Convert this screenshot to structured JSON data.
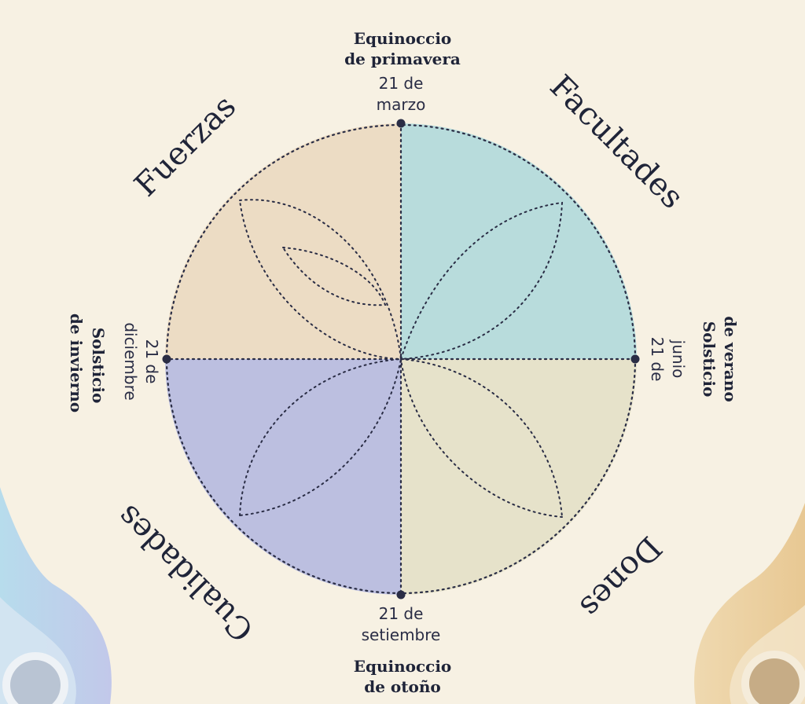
{
  "diagram": {
    "quadrants": [
      {
        "label": "Fuerzas",
        "color": "#ecdcc4"
      },
      {
        "label": "Facultades",
        "color": "#b8dcdc"
      },
      {
        "label": "Dones",
        "color": "#e6e2ca"
      },
      {
        "label": "Cualidades",
        "color": "#bcbfe0"
      }
    ],
    "events": {
      "top": {
        "title_1": "Equinoccio",
        "title_2": "de primavera",
        "date_1": "21 de",
        "date_2": "marzo"
      },
      "right": {
        "title_1": "Solsticio",
        "title_2": "de verano",
        "date_1": "21 de",
        "date_2": "junio"
      },
      "bottom": {
        "title_1": "Equinoccio",
        "title_2": "de otoño",
        "date_1": "21 de",
        "date_2": "setiembre"
      },
      "left": {
        "title_1": "Solsticio",
        "title_2": "de invierno",
        "date_1": "21 de",
        "date_2": "diciembre"
      }
    },
    "colors": {
      "background": "#f7f1e3",
      "dots": "#2a2d45",
      "ink": "#1f2438"
    }
  }
}
